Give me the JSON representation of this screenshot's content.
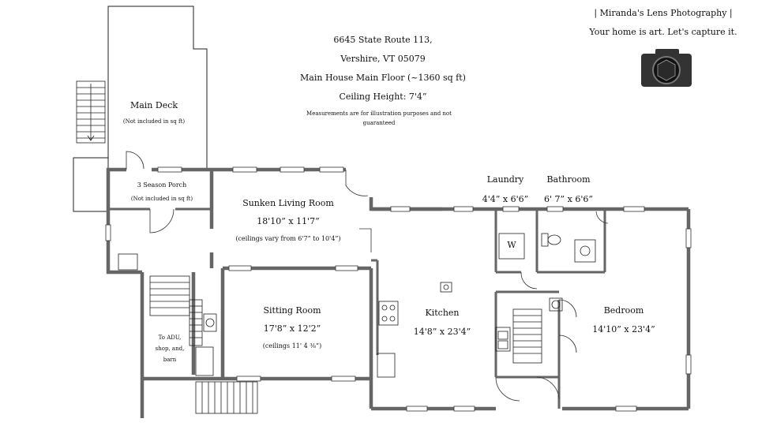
{
  "header": {
    "address_line1": "6645 State Route 113,",
    "address_line2": "Vershire, VT 05079",
    "floor_title": "Main House Main Floor (~1360 sq ft)",
    "ceiling_height": "Ceiling Height: 7'4”",
    "disclaimer_line1": "Measurements are for illustration purposes  and not",
    "disclaimer_line2": "guaranteed"
  },
  "brand": {
    "name": "| Miranda's Lens Photography |",
    "tagline": "Your home is art. Let's capture it.",
    "logo_icon": "camera-icon"
  },
  "rooms": {
    "main_deck": {
      "name": "Main Deck",
      "note": "(Not included in sq ft)"
    },
    "porch": {
      "name": "3 Season Porch",
      "note": "(Not included in sq ft)"
    },
    "sunken_living": {
      "name": "Sunken Living Room",
      "size": "18'10” x 11'7”",
      "note": "(ceilings vary from 6'7” to 10'4”)"
    },
    "sitting": {
      "name": "Sitting Room",
      "size": "17'8” x 12'2”",
      "note": "(ceilings 11' 4 ⅜”)"
    },
    "kitchen": {
      "name": "Kitchen",
      "size": "14'8” x 23'4”"
    },
    "laundry": {
      "name": "Laundry",
      "size": "4'4” x 6'6”"
    },
    "bathroom": {
      "name": "Bathroom",
      "size": "6' 7” x 6'6”"
    },
    "bedroom": {
      "name": "Bedroom",
      "size": "14'10” x 23'4”"
    },
    "adu_note": {
      "line1": "To ADU,",
      "line2": "shop, and,",
      "line3": "barn"
    }
  },
  "fixtures": {
    "washer_label": "W"
  }
}
